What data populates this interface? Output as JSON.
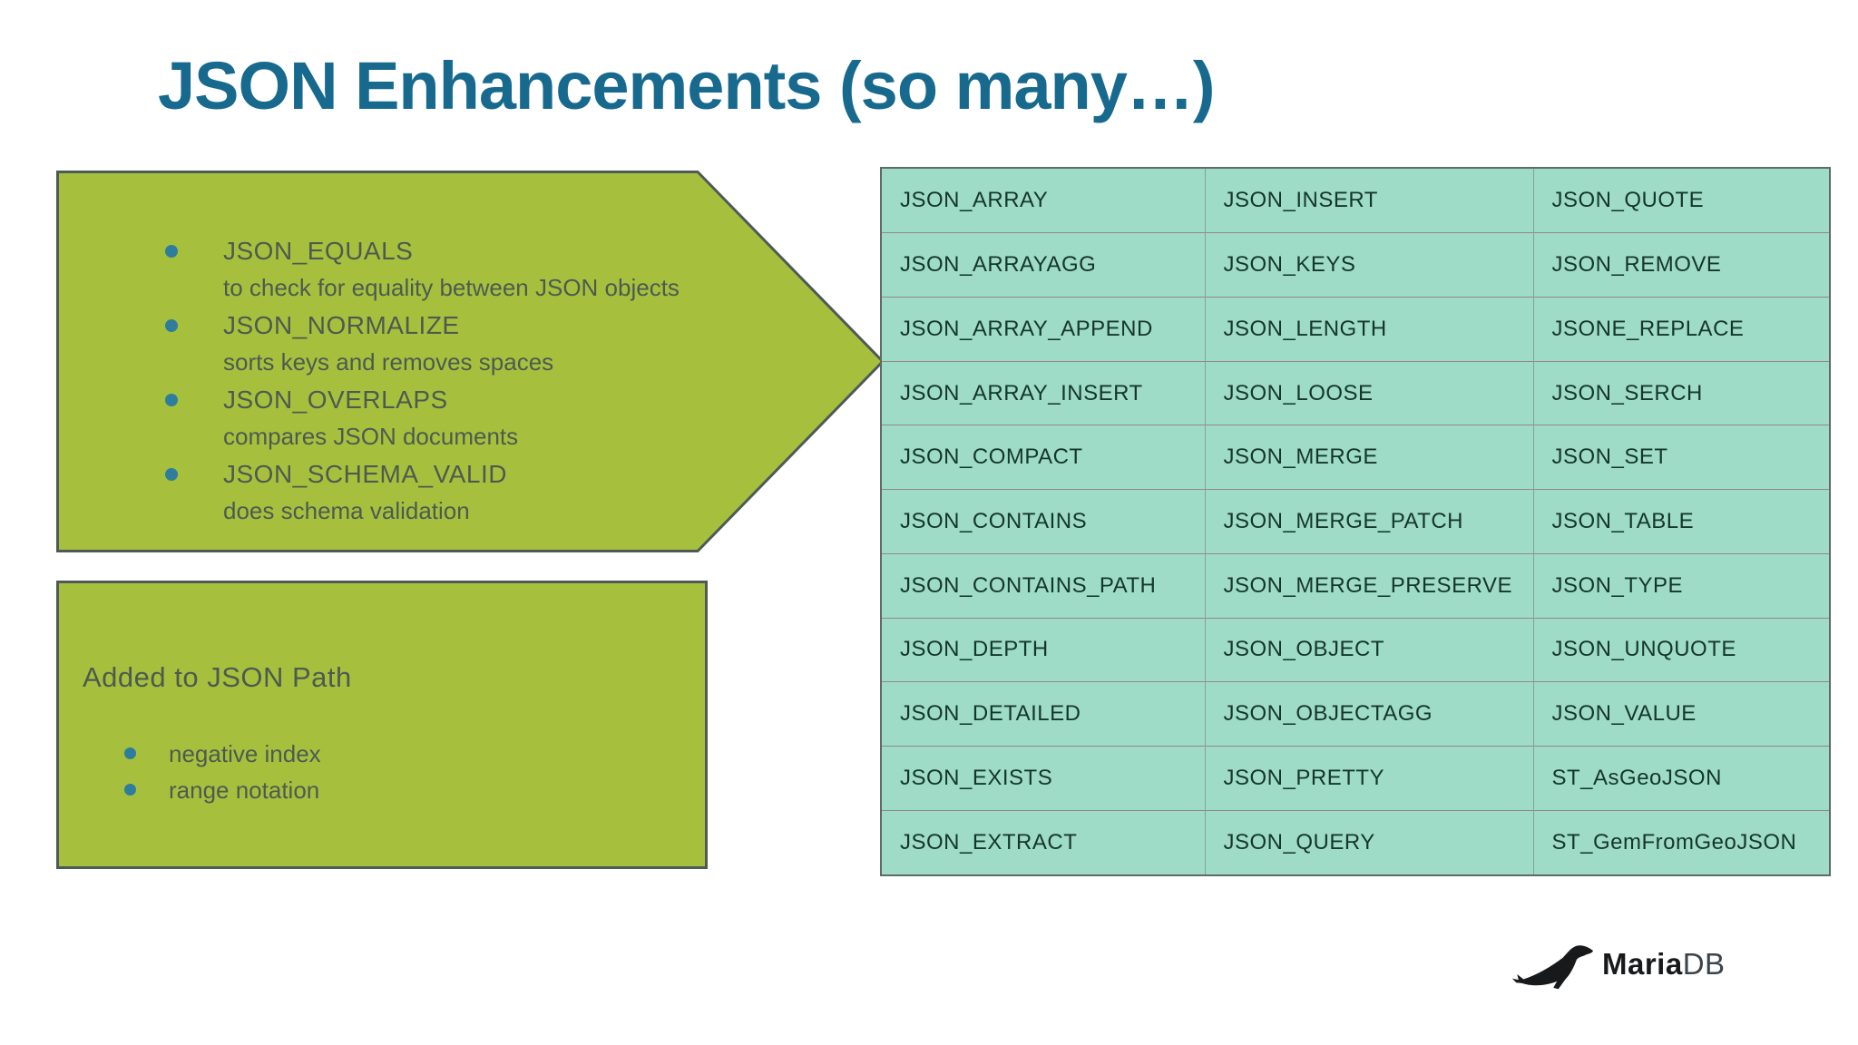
{
  "slide": {
    "title": "JSON Enhancements (so many…)"
  },
  "arrow_box": {
    "items": [
      {
        "name": "JSON_EQUALS",
        "desc": "to check for equality between JSON objects"
      },
      {
        "name": "JSON_NORMALIZE",
        "desc": "sorts keys and removes spaces"
      },
      {
        "name": "JSON_OVERLAPS",
        "desc": "compares JSON documents"
      },
      {
        "name": "JSON_SCHEMA_VALID",
        "desc": "does schema validation"
      }
    ]
  },
  "path_box": {
    "heading": "Added to JSON Path",
    "items": [
      "negative index",
      "range notation"
    ]
  },
  "functions_table": {
    "columns": [
      [
        "JSON_ARRAY",
        "JSON_ARRAYAGG",
        "JSON_ARRAY_APPEND",
        "JSON_ARRAY_INSERT",
        "JSON_COMPACT",
        "JSON_CONTAINS",
        "JSON_CONTAINS_PATH",
        "JSON_DEPTH",
        "JSON_DETAILED",
        "JSON_EXISTS",
        "JSON_EXTRACT"
      ],
      [
        "JSON_INSERT",
        "JSON_KEYS",
        "JSON_LENGTH",
        "JSON_LOOSE",
        "JSON_MERGE",
        "JSON_MERGE_PATCH",
        "JSON_MERGE_PRESERVE",
        "JSON_OBJECT",
        "JSON_OBJECTAGG",
        "JSON_PRETTY",
        "JSON_QUERY"
      ],
      [
        "JSON_QUOTE",
        "JSON_REMOVE",
        "JSONE_REPLACE",
        "JSON_SERCH",
        "JSON_SET",
        "JSON_TABLE",
        "JSON_TYPE",
        "JSON_UNQUOTE",
        "JSON_VALUE",
        "ST_AsGeoJSON",
        "ST_GemFromGeoJSON"
      ]
    ]
  },
  "logo": {
    "brand_bold": "Maria",
    "brand_light": "DB"
  },
  "colors": {
    "title": "#176a8e",
    "box_green": "#a6c03e",
    "box_border": "#4f5a56",
    "box_text": "#4e5a50",
    "bullet_dot": "#2e7d9c",
    "table_mint": "#9edcc7",
    "table_border_outer": "#5d6b66",
    "table_border_row": "#968787",
    "table_border_col": "#85a098",
    "table_text": "#15362c"
  }
}
